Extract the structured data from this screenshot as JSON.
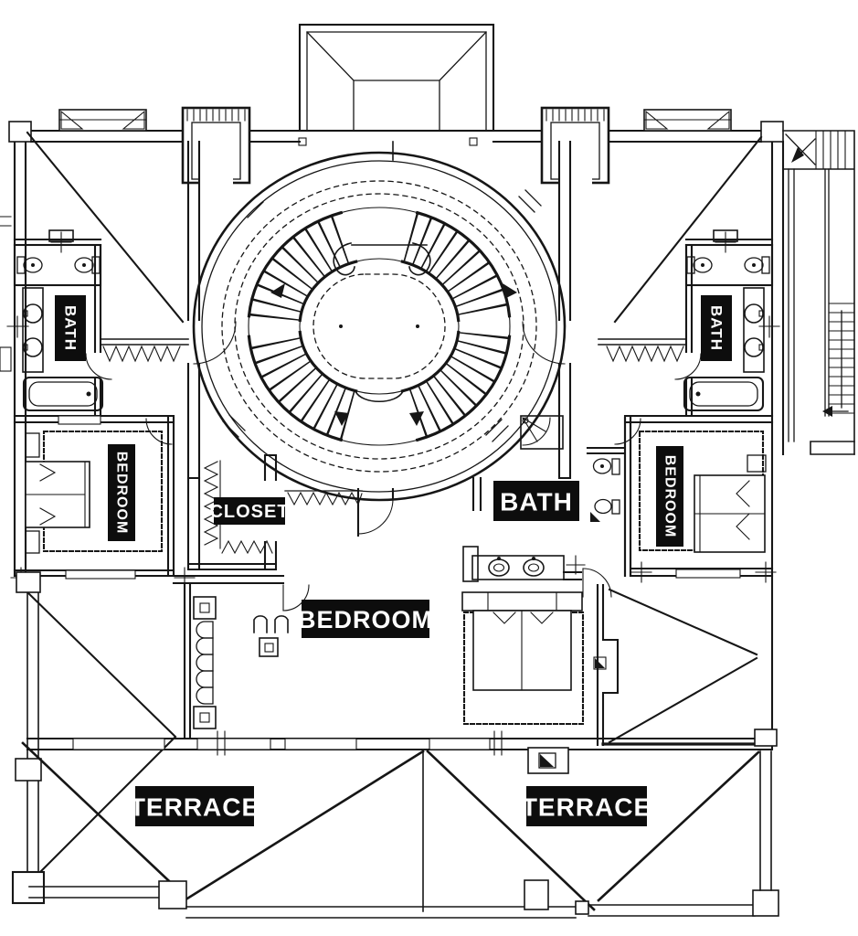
{
  "plan": {
    "rooms": {
      "bath_left": "BATH",
      "bath_right": "BATH",
      "bath_center": "BATH",
      "bedroom_left": "BEDROOM",
      "bedroom_right": "BEDROOM",
      "bedroom_center": "BEDROOM",
      "closet": "CLOSET",
      "terrace_left": "TERRACE",
      "terrace_right": "TERRACE"
    },
    "colors": {
      "ink": "#161616",
      "paper": "#ffffff",
      "label_bg": "#0d0d0d",
      "label_text": "#ffffff"
    }
  }
}
